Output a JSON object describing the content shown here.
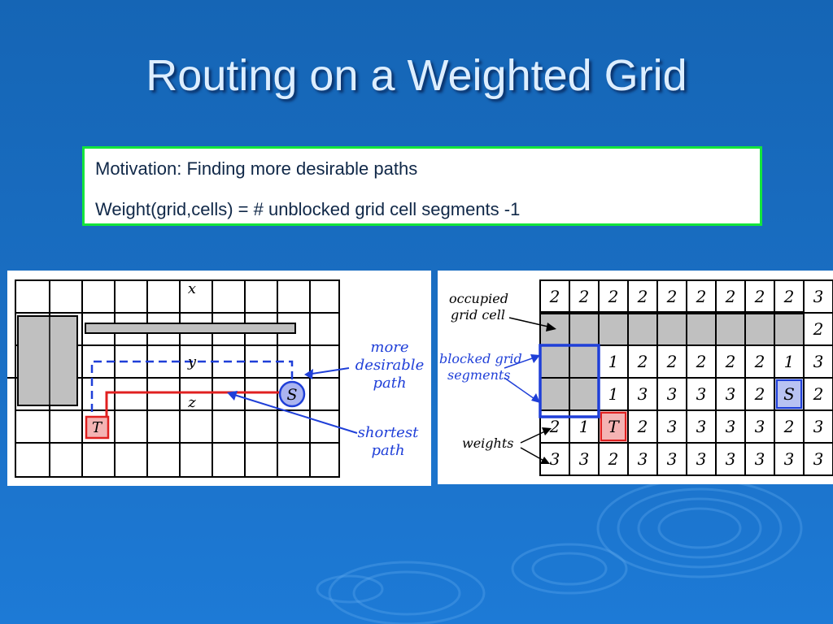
{
  "title": "Routing on a Weighted Grid",
  "motivation": {
    "line1": "Motivation: Finding more desirable paths",
    "line2": "Weight(grid,cells) = # unblocked grid cell segments -1"
  },
  "left_figure": {
    "row_labels": [
      "x",
      "y",
      "z"
    ],
    "source_label": "S",
    "target_label": "T",
    "annotations": {
      "more_desirable": [
        "more",
        "desirable",
        "path"
      ],
      "shortest": [
        "shortest",
        "path"
      ]
    }
  },
  "right_figure": {
    "annotations": {
      "occupied": [
        "occupied",
        "grid cell"
      ],
      "blocked": [
        "blocked grid",
        "segments"
      ],
      "weights": "weights"
    },
    "rows": [
      [
        "2",
        "2",
        "2",
        "2",
        "2",
        "2",
        "2",
        "2",
        "2",
        "3"
      ],
      [
        "",
        "",
        "",
        "",
        "",
        "",
        "",
        "",
        "",
        "2"
      ],
      [
        "",
        "",
        "1",
        "2",
        "2",
        "2",
        "2",
        "2",
        "1",
        "3"
      ],
      [
        "",
        "",
        "1",
        "3",
        "3",
        "3",
        "3",
        "2",
        "S",
        "2"
      ],
      [
        "2",
        "1",
        "T",
        "2",
        "3",
        "3",
        "3",
        "3",
        "2",
        "3"
      ],
      [
        "3",
        "3",
        "2",
        "3",
        "3",
        "3",
        "3",
        "3",
        "3",
        "3"
      ]
    ],
    "source_label": "S",
    "target_label": "T"
  },
  "colors": {
    "background": "#1a6fc4",
    "title_text": "#ddeeff",
    "box_border": "#14e53c",
    "path_blue": "#1f3fd8",
    "path_red": "#e02020",
    "blocked_fill": "#c0c0c0"
  }
}
